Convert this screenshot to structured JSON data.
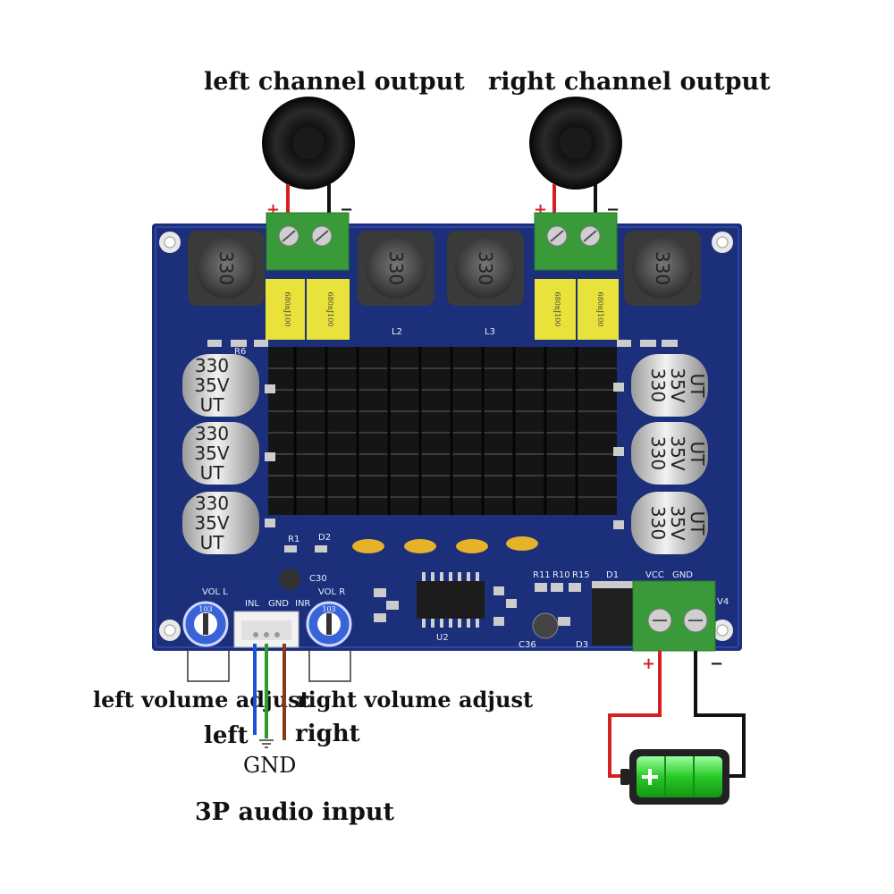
{
  "labels": {
    "left_output": "left channel output",
    "right_output": "right channel output",
    "left_volume": "left volume adjust",
    "right_volume": "right volume adjust",
    "left": "left",
    "right": "right",
    "gnd": "GND",
    "audio_input": "3P audio input"
  },
  "board": {
    "inductor_marking": "330",
    "capacitor_marking": [
      "330",
      "35V",
      "UT"
    ],
    "film_cap_marking": "680nJ100",
    "silk": {
      "vol_l": "VOL L",
      "vol_r": "VOL R",
      "inl": "INL",
      "gnd": "GND",
      "inr": "INR",
      "vcc": "VCC",
      "power_gnd": "GND",
      "v4": "V4",
      "c30": "C30",
      "c36": "C36",
      "d1": "D1",
      "d2": "D2",
      "d3": "D3",
      "r1": "R1",
      "r6": "R6",
      "u2": "U2",
      "l2": "L2",
      "l3": "L3",
      "r11": "R11",
      "r10": "R10",
      "r15": "R15",
      "pot_marking": "103"
    }
  },
  "polarity": {
    "plus": "+",
    "minus": "−"
  },
  "colors": {
    "pcb": "#1b2f7a",
    "terminal": "#3a9a3a",
    "heatsink": "#1a1a1a",
    "wire_red": "#d42020",
    "wire_black": "#111111",
    "wire_blue": "#1f4fd8",
    "wire_green": "#2a9a2a",
    "wire_brown": "#8a3a12",
    "battery": "#33cc33"
  }
}
